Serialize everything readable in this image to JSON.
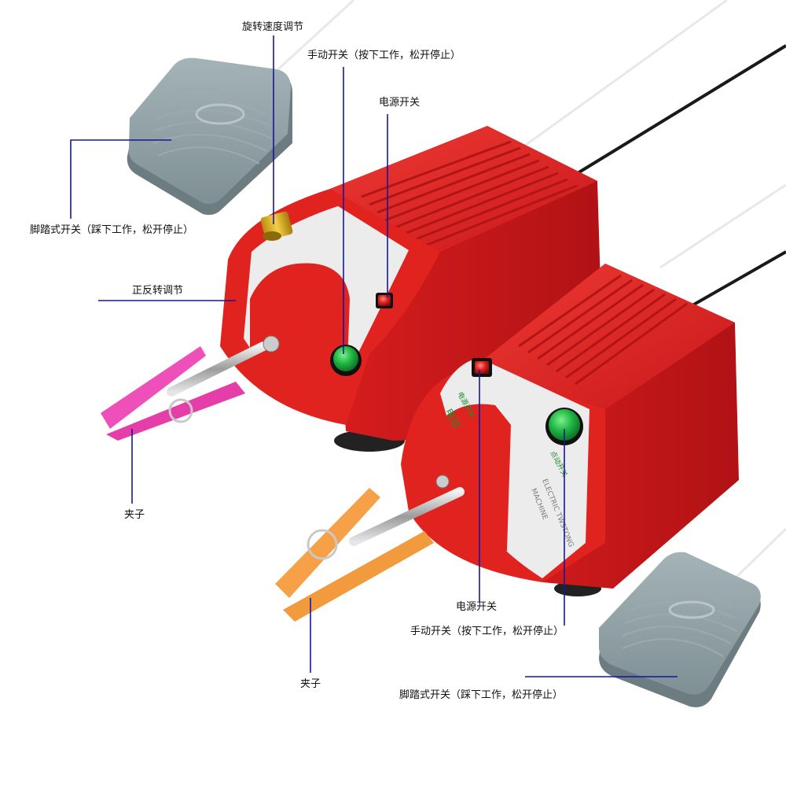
{
  "labels": {
    "speed": "旋转速度调节",
    "manual_left": "手动开关（按下工作，松开停止）",
    "power_left": "电源开关",
    "foot_left": "脚踏式开关（踩下工作，松开停止）",
    "direction": "正反转调节",
    "clip_left": "夹子",
    "power_right": "电源开关",
    "manual_right": "手动开关（按下工作，松开停止）",
    "clip_right": "夹子",
    "foot_right": "脚踏式开关（踩下工作，松开停止）"
  },
  "machine_small": {
    "panel_power": "电源开关",
    "panel_manual": "点动开关",
    "side_cn": "电动",
    "side_en1": "ELECTRIC TWSTONG",
    "side_en2": "MACHINE"
  },
  "colors": {
    "machine_red": "#e1231f",
    "clip_pink": "#ee4fb9",
    "clip_orange": "#f6a148",
    "pedal_gray": "#8fa0a4",
    "button_green": "#19a83a",
    "leader_line": "#1515a0"
  },
  "icons": [
    "foot-pedal-icon",
    "speed-knob-icon",
    "power-switch-icon",
    "push-button-icon",
    "clip-icon"
  ]
}
